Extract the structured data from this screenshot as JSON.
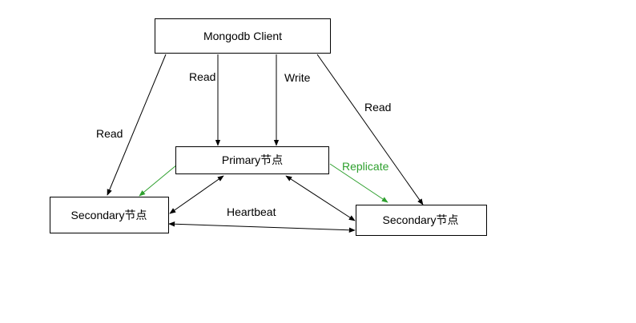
{
  "diagram": {
    "nodes": {
      "client": "Mongodb Client",
      "primary": "Primary节点",
      "secondary_left": "Secondary节点",
      "secondary_right": "Secondary节点"
    },
    "edges": {
      "read_left": "Read",
      "read_center": "Read",
      "write": "Write",
      "read_right": "Read",
      "replicate": "Replicate",
      "heartbeat": "Heartbeat"
    },
    "colors": {
      "line": "#000000",
      "replicate": "#2ea02e"
    }
  }
}
